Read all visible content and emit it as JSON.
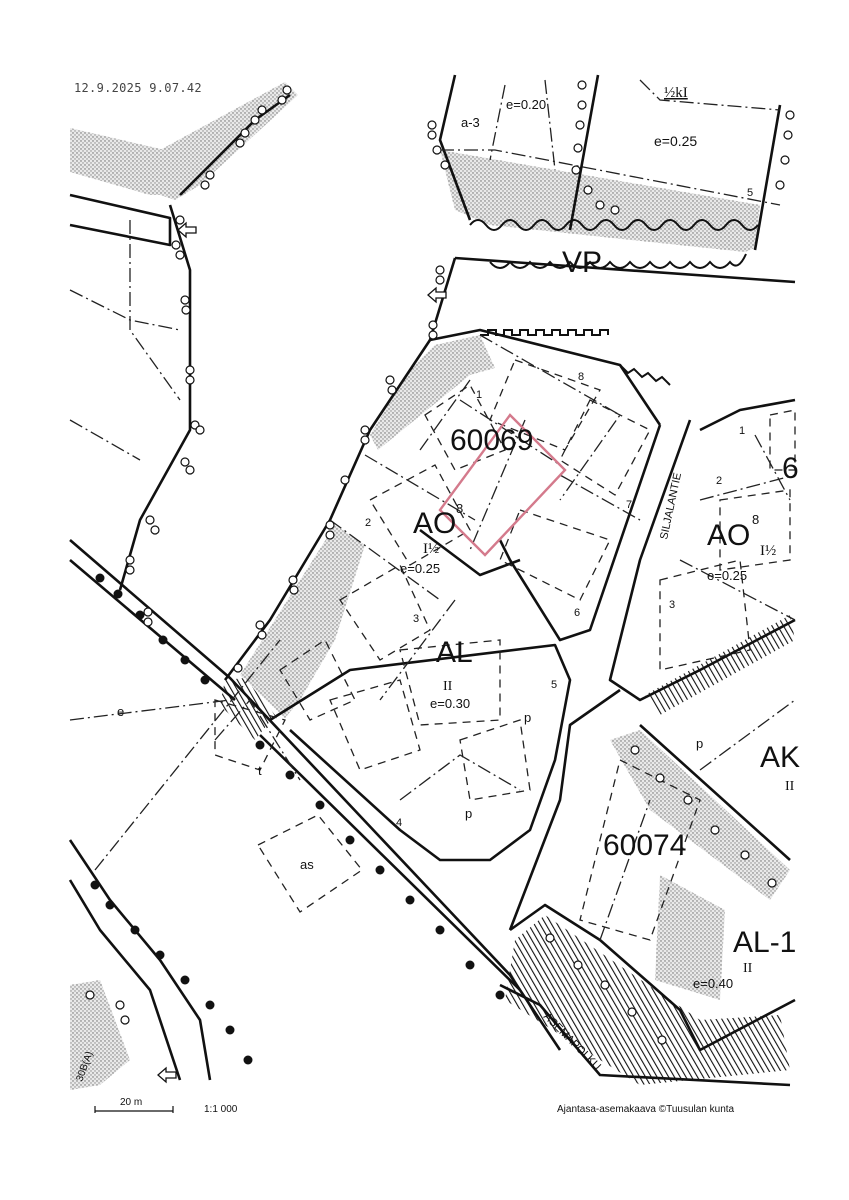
{
  "timestamp": "12.9.2025 9.07.42",
  "blocks": {
    "b60069": "60069",
    "b60074": "60074",
    "b6_partial": "6"
  },
  "zones": {
    "ao_left": "AO",
    "ao_left_sup": "8",
    "ao_right": "AO",
    "ao_right_sup": "8",
    "al": "AL",
    "al1": "AL-1",
    "ak_partial": "AK",
    "vp": "VP",
    "a3": "a-3",
    "halfkl": "½kI"
  },
  "floors": {
    "ao_left": "I½",
    "ao_right": "I½",
    "al": "II",
    "al1": "II",
    "ak_partial": "II"
  },
  "efficiency": {
    "ao_left": "e=0.25",
    "ao_right": "e=0.25",
    "al": "e=0.30",
    "al1": "e=0.40",
    "a3": "e=0.20",
    "halfkl": "e=0.25"
  },
  "plots": [
    "1",
    "2",
    "3",
    "4",
    "5",
    "6",
    "7",
    "8",
    "1",
    "2",
    "3",
    "5"
  ],
  "areas": {
    "e": "e",
    "t": "t",
    "as": "as",
    "p1": "p",
    "p2": "p",
    "p3": "p"
  },
  "streets": {
    "siljalantie": "SILJALANTIE",
    "asemapolku": "ASEMAPOLKU",
    "partial_bottom": "30B(A)"
  },
  "scale": {
    "bar_label": "20 m",
    "ratio": "1:1 000"
  },
  "attribution": "Ajantasa-asemakaava ©Tuusulan kunta"
}
